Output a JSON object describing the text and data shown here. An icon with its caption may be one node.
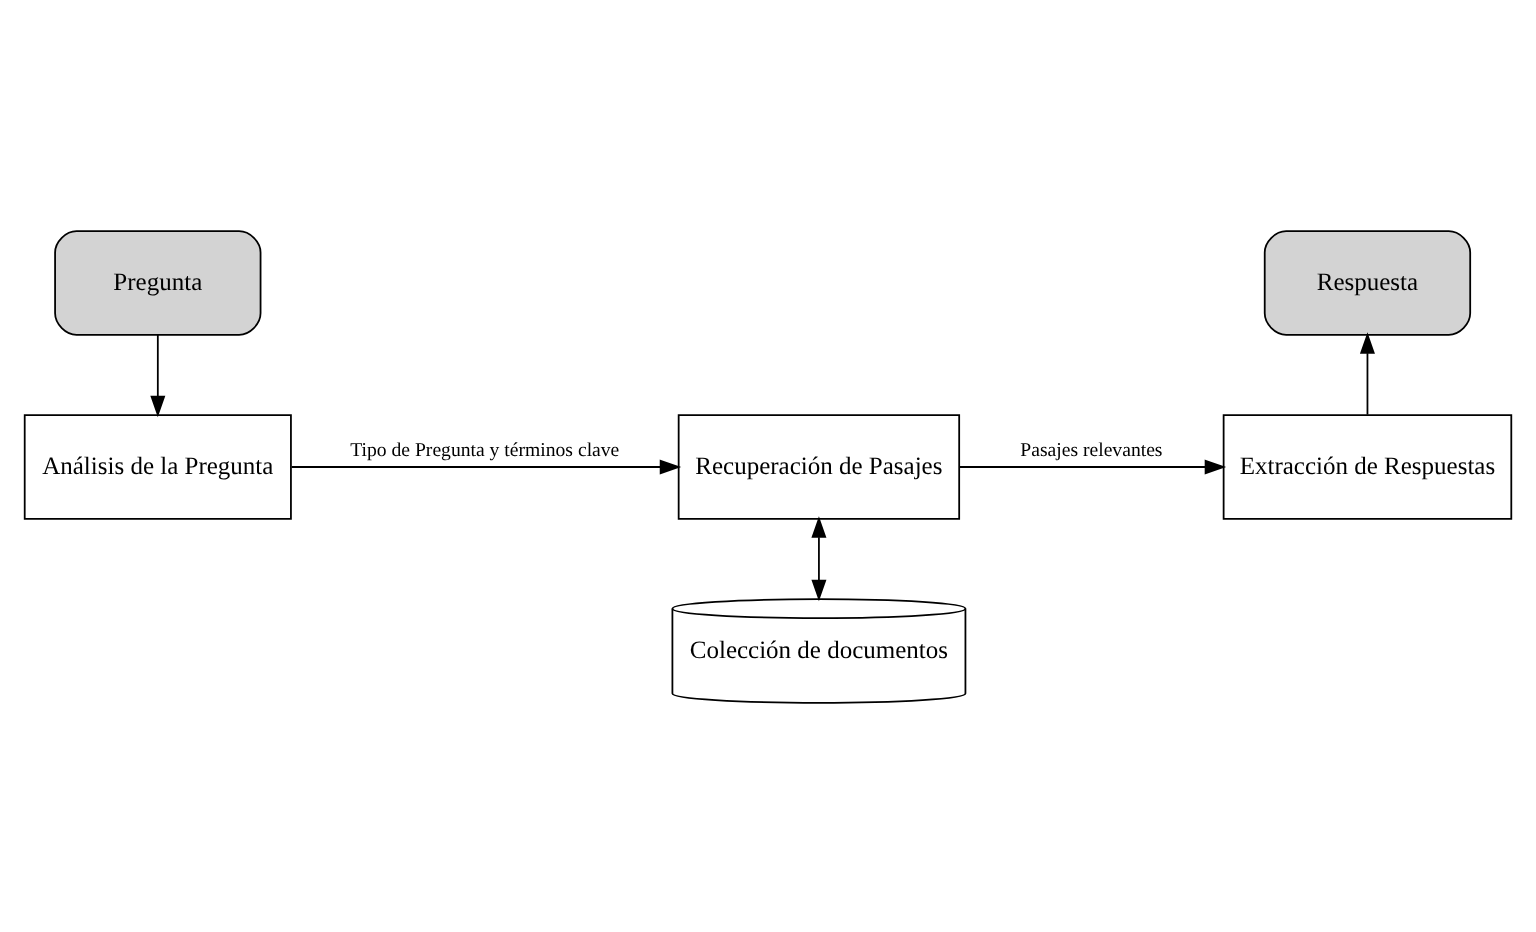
{
  "diagram": {
    "nodes": [
      {
        "text": [
          "Pregunta"
        ]
      },
      {
        "text": [
          "Análisis de la Pregunta"
        ]
      },
      {
        "text": [
          "Recuperación de Pasajes"
        ]
      },
      {
        "text": [
          "Extracción de Respuestas"
        ]
      },
      {
        "text": [
          "Respuesta"
        ]
      },
      {
        "text": [
          "Colección de documentos"
        ]
      }
    ],
    "edges": [
      {
        "from": 0,
        "to": 1,
        "arrow": "to"
      },
      {
        "from": 1,
        "to": 2,
        "arrow": "to",
        "label": "Tipo de Pregunta y términos clave"
      },
      {
        "from": 2,
        "to": 3,
        "arrow": "to",
        "label": "Pasajes relevantes"
      },
      {
        "from": 2,
        "to": 5,
        "arrow": "both"
      },
      {
        "from": 3,
        "to": 4,
        "arrow": "to"
      }
    ]
  }
}
